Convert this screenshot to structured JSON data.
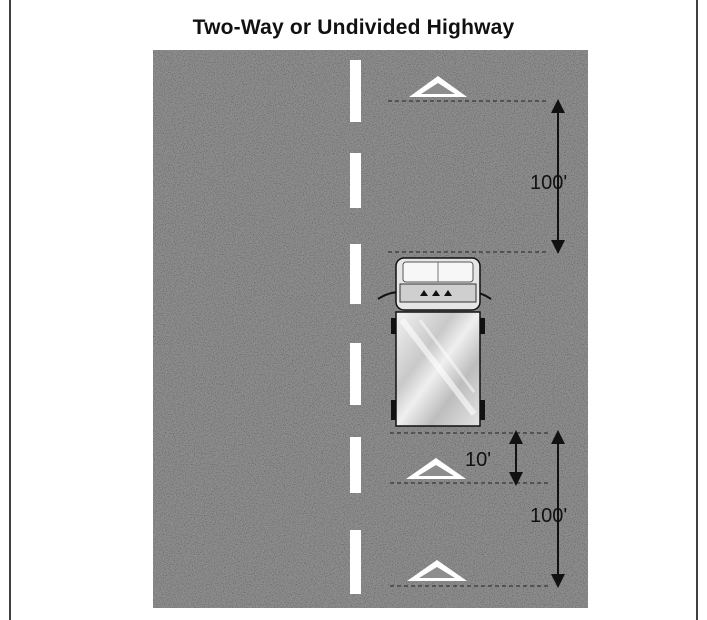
{
  "diagram": {
    "title": "Two-Way or Undivided Highway",
    "labels": {
      "dist_upper": "100'",
      "dist_small": "10'",
      "dist_lower": "100'"
    },
    "colors": {
      "road": "#8f8f8f",
      "marking": "#ffffff",
      "truck_body": "#d8d8d8",
      "border": "#000000"
    },
    "icons": [
      "warning-triangle",
      "truck",
      "double-arrow"
    ]
  }
}
